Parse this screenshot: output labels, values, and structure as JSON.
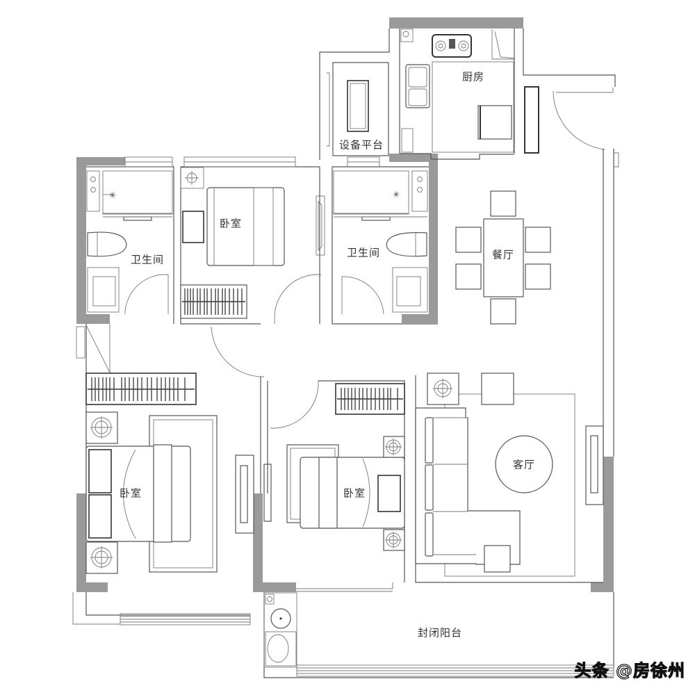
{
  "plan": {
    "rooms": [
      {
        "id": "kitchen",
        "label": "厨房"
      },
      {
        "id": "equipment_platform",
        "label": "设备平台"
      },
      {
        "id": "bedroom_north",
        "label": "卧室"
      },
      {
        "id": "bathroom_west",
        "label": "卫生间"
      },
      {
        "id": "bathroom_east",
        "label": "卫生间"
      },
      {
        "id": "dining_room",
        "label": "餐厅"
      },
      {
        "id": "bedroom_southwest",
        "label": "卧室"
      },
      {
        "id": "bedroom_south",
        "label": "卧室"
      },
      {
        "id": "living_room",
        "label": "客厅"
      },
      {
        "id": "enclosed_balcony",
        "label": "封闭阳台"
      }
    ],
    "colors": {
      "wall_fill": "#9a9a9a",
      "line": "#555555",
      "background": "#ffffff"
    }
  },
  "watermark": "头条 @房徐州"
}
